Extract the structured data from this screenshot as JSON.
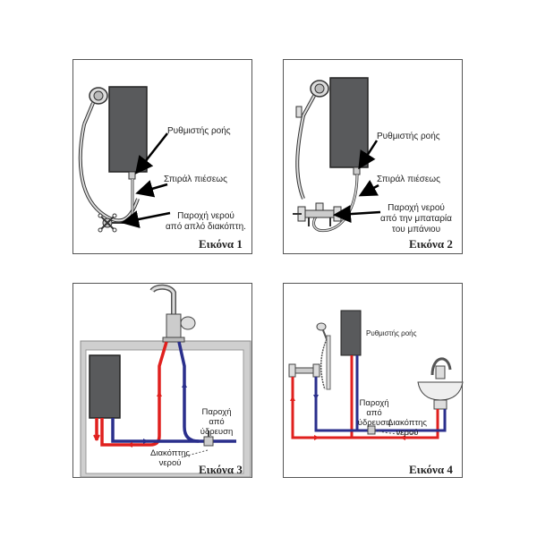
{
  "colors": {
    "hot": "#e0201e",
    "cold": "#2a2f8c",
    "heater": "#595a5c",
    "pipe": "#9a9a9a",
    "counter": "#cfcfcf"
  },
  "panel1": {
    "flow_regulator": "Ρυθμιστής ροής",
    "pressure_hose": "Σπιράλ πιέσεως",
    "supply_line1": "Παροχή νερού",
    "supply_line2": "από απλό διακόπτη.",
    "caption": "Εικόνα 1"
  },
  "panel2": {
    "flow_regulator": "Ρυθμιστής ροής",
    "pressure_hose": "Σπιράλ πιέσεως",
    "supply_line1": "Παροχή νερού",
    "supply_line2": "από την μπαταρία",
    "supply_line3": "του μπάνιου",
    "caption": "Εικόνα 2"
  },
  "panel3": {
    "supply_line1": "Παροχή",
    "supply_line2": "από",
    "supply_line3": "ύδρευση",
    "valve_line1": "Διακόπτης",
    "valve_line2": "νερού",
    "caption": "Εικόνα 3"
  },
  "panel4": {
    "flow_regulator": "Ρυθμιστής ροής",
    "supply_line1": "Παροχή",
    "supply_line2": "από",
    "supply_line3": "ύδρευση",
    "valve_line1": "Διακόπτης",
    "valve_line2": "νερού",
    "caption": "Εικόνα 4"
  }
}
